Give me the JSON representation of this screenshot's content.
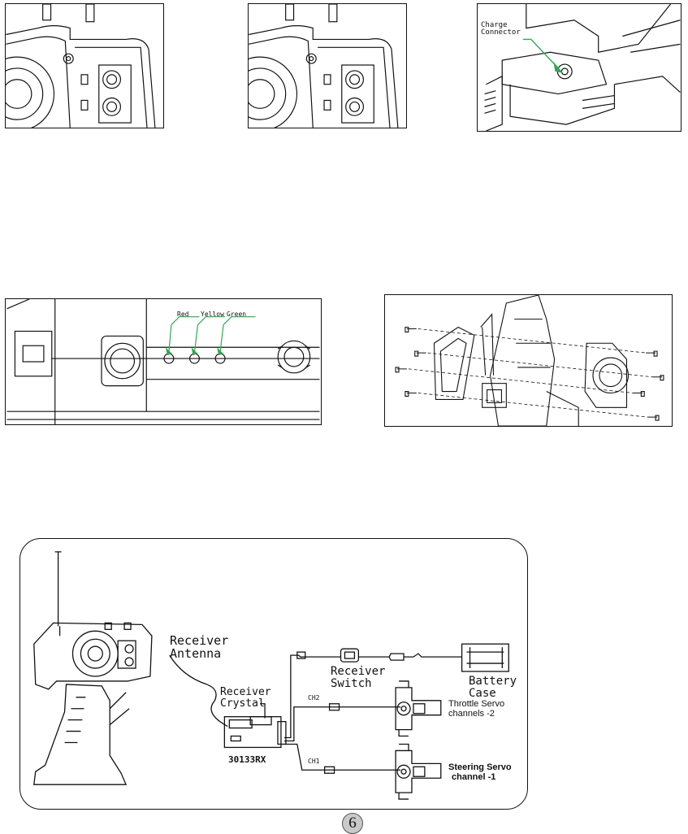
{
  "figures": {
    "charge_connector": {
      "label_line1": "Charge",
      "label_line2": "Connector"
    },
    "leds": {
      "red": "Red",
      "yellow": "Yellow",
      "green": "Green"
    }
  },
  "wiring": {
    "receiver_antenna_line1": "Receiver",
    "receiver_antenna_line2": "Antenna",
    "receiver_crystal_line1": "Receiver",
    "receiver_crystal_line2": "Crystal",
    "receiver_model": "30133RX",
    "receiver_switch_line1": "Receiver",
    "receiver_switch_line2": "Switch",
    "battery_case_line1": "Battery",
    "battery_case_line2": "Case",
    "ch2": "CH2",
    "ch1": "CH1",
    "throttle_servo_line1": "Throttle Servo",
    "throttle_servo_line2": "channels -2",
    "steering_servo_line1": "Steering Servo",
    "steering_servo_line2": "channel -1"
  },
  "page_number": "6"
}
